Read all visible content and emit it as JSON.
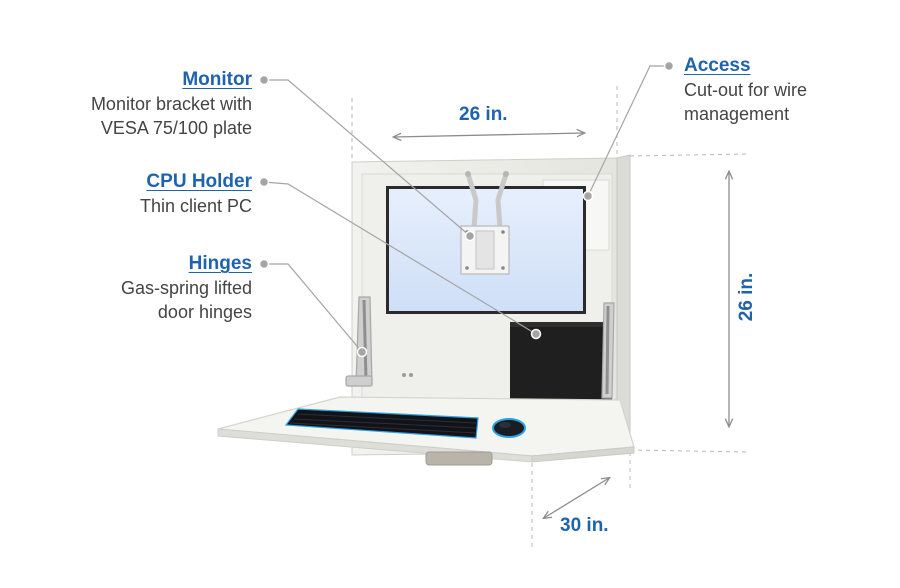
{
  "callouts": {
    "monitor": {
      "title": "Monitor",
      "lines": [
        "Monitor bracket with",
        "VESA 75/100 plate"
      ]
    },
    "cpu_holder": {
      "title": "CPU Holder",
      "lines": [
        "Thin client PC"
      ]
    },
    "hinges": {
      "title": "Hinges",
      "lines": [
        "Gas-spring lifted",
        "door hinges"
      ]
    },
    "access": {
      "title": "Access",
      "lines": [
        "Cut-out for wire",
        "management"
      ]
    }
  },
  "dimensions": {
    "width": "26 in.",
    "height": "26 in.",
    "depth": "30 in."
  },
  "colors": {
    "accent": "#1f63ad",
    "text": "#444444",
    "leader": "#9a9a9a",
    "cabinet": "#e9e9e4",
    "screen": "#dce9fb",
    "keyboard_glow": "#2aa2e6"
  }
}
